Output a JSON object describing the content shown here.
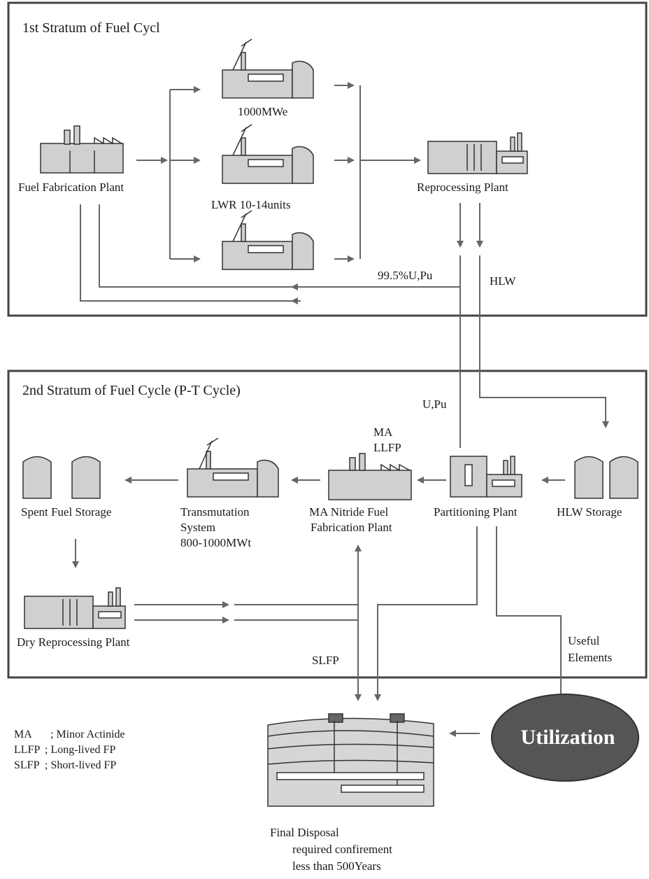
{
  "stratum1": {
    "title": "1st Stratum of Fuel Cycl"
  },
  "stratum2": {
    "title": "2nd Stratum of Fuel Cycle  (P-T Cycle)"
  },
  "plants": {
    "fuel_fabrication": "Fuel Fabrication Plant",
    "reactor_power": "1000MWe",
    "reactor_units": "LWR   10-14units",
    "reprocessing": "Reprocessing Plant",
    "spent_fuel_storage": "Spent Fuel Storage",
    "transmutation": [
      "Transmutation",
      "System",
      "800-1000MWt"
    ],
    "nitride_fab": [
      "MA  Nitride Fuel",
      "Fabrication Plant"
    ],
    "partitioning": "Partitioning Plant",
    "hlw_storage": "HLW Storage",
    "dry_reprocessing": "Dry Reprocessing Plant",
    "final_disposal": [
      "Final Disposal",
      "required confirement",
      "less than 500Years"
    ],
    "utilization": "Utilization"
  },
  "flows": {
    "u_pu_995": "99.5%U,Pu",
    "hlw": "HLW",
    "u_pu": "U,Pu",
    "ma": "MA",
    "llfp": "LLFP",
    "slfp": "SLFP",
    "useful": [
      "Useful",
      "Elements"
    ]
  },
  "legend": [
    {
      "abbr": "MA",
      "desc": "; Minor Actinide"
    },
    {
      "abbr": "LLFP",
      "desc": "; Long-lived FP"
    },
    {
      "abbr": "SLFP",
      "desc": "; Short-lived FP"
    }
  ],
  "colors": {
    "line": "#555555",
    "fill": "#d4d4d4",
    "ellipse": "#555555"
  }
}
